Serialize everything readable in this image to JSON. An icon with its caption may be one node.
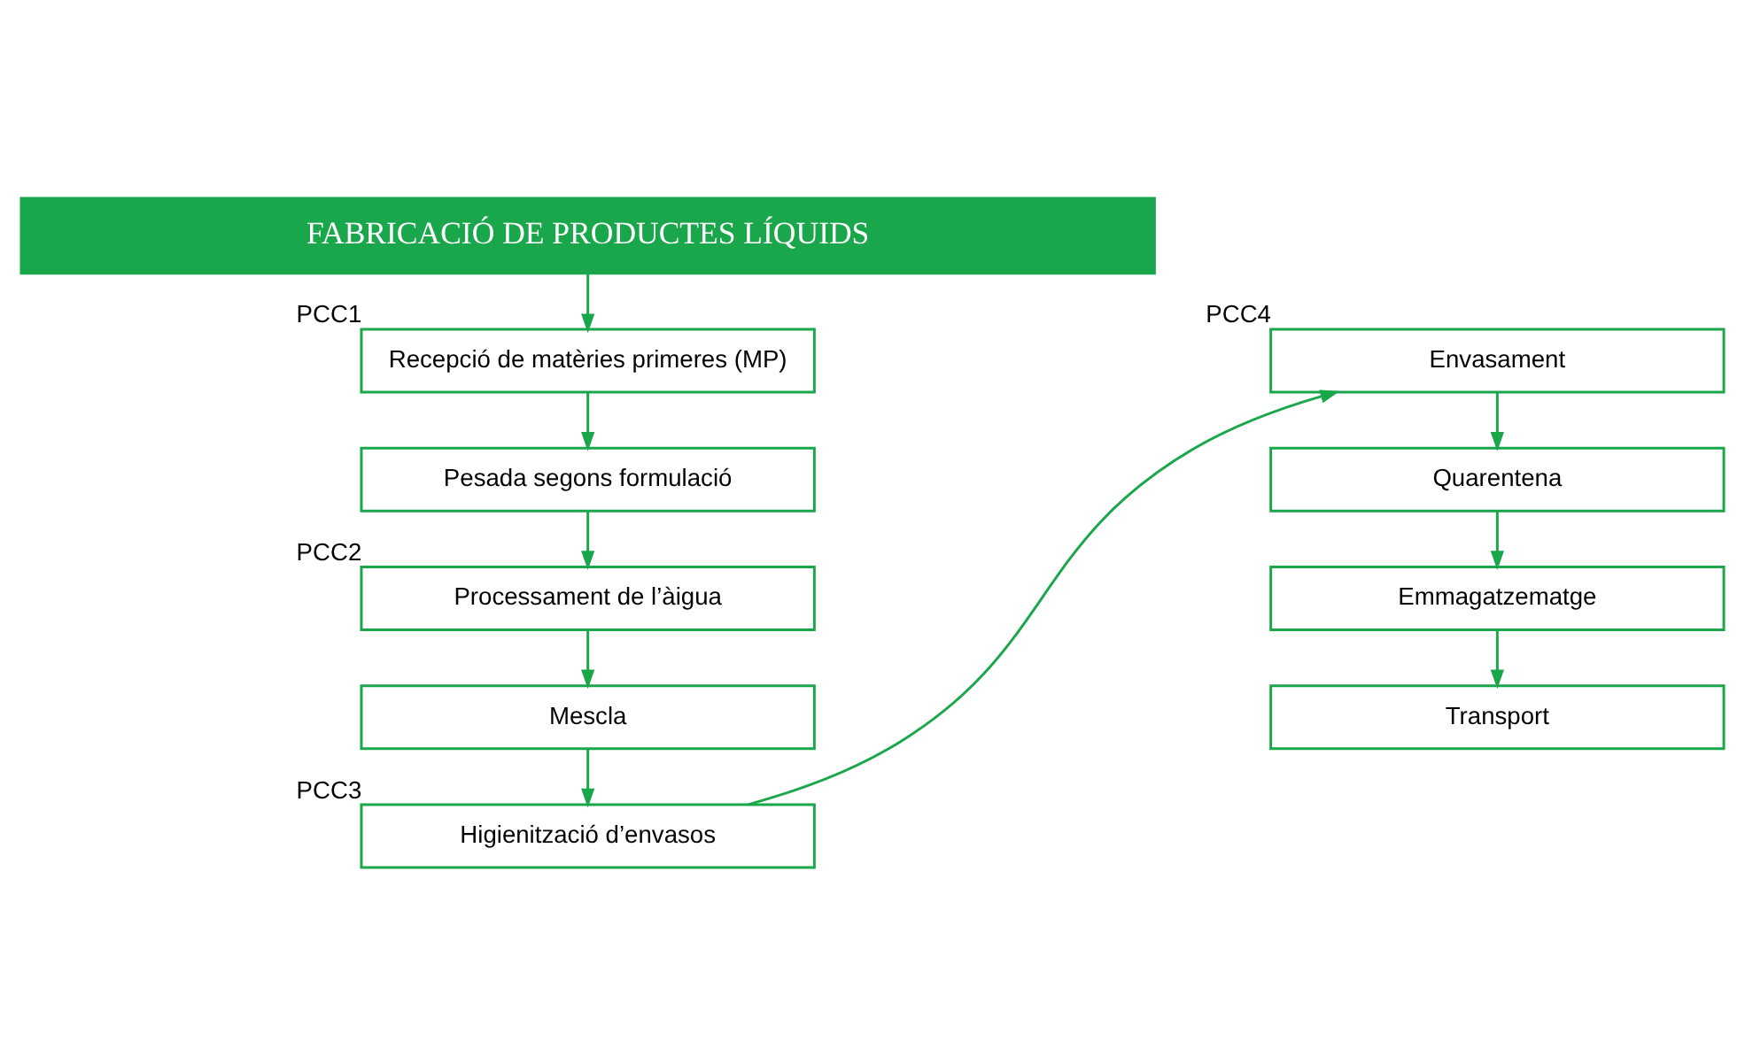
{
  "diagram": {
    "nodes": [
      {
        "text": [
          "FABRICACIÓ DE PRODUCTES LÍQUIDS"
        ]
      },
      {
        "text": [
          "Recepció de matèries primeres (MP)"
        ],
        "beside": [
          "PCC1"
        ]
      },
      {
        "text": [
          "Pesada segons formulació"
        ]
      },
      {
        "text": [
          "Processament de l’àigua"
        ],
        "beside": [
          "PCC2"
        ]
      },
      {
        "text": [
          "Mescla"
        ]
      },
      {
        "text": [
          "Higienització d’envasos"
        ],
        "beside": [
          "PCC3"
        ]
      },
      {
        "text": [
          "Envasament"
        ],
        "beside": [
          "PCC4"
        ]
      },
      {
        "text": [
          "Quarentena"
        ]
      },
      {
        "text": [
          "Emmagatzematge"
        ]
      },
      {
        "text": [
          "Transport"
        ]
      }
    ],
    "edges": [
      {
        "from": 0,
        "to": 1,
        "arrow": "to"
      },
      {
        "from": 1,
        "to": 2,
        "arrow": "to"
      },
      {
        "from": 2,
        "to": 3,
        "arrow": "to"
      },
      {
        "from": 3,
        "to": 4,
        "arrow": "to"
      },
      {
        "from": 4,
        "to": 5,
        "arrow": "to"
      },
      {
        "from": 5,
        "to": 6,
        "arrow": "to"
      },
      {
        "from": 6,
        "to": 7,
        "arrow": "to"
      },
      {
        "from": 7,
        "to": 8,
        "arrow": "to"
      },
      {
        "from": 8,
        "to": 9,
        "arrow": "to"
      }
    ]
  }
}
